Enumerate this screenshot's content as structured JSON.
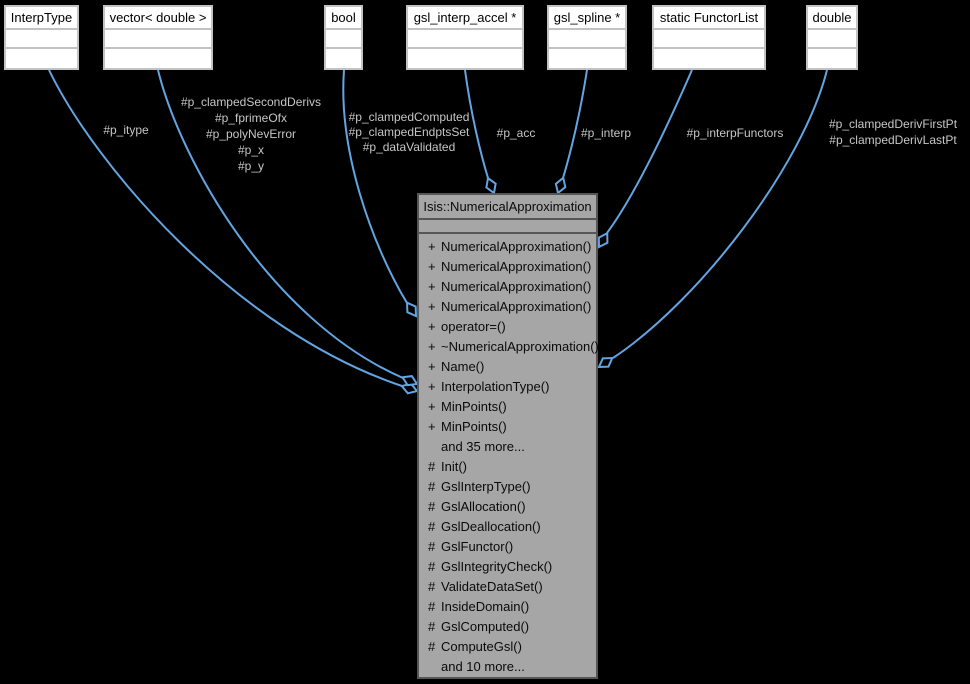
{
  "colors": {
    "background": "#000000",
    "edge_blue": "#63a5e3",
    "edge_label_gray": "#c6c6c6",
    "related_box_fill": "#ffffff",
    "related_box_border": "#c2c2c2",
    "main_box_fill": "#a6a6a6",
    "main_box_border": "#565656"
  },
  "related_classes": [
    {
      "label": "InterpType"
    },
    {
      "label": "vector< double >"
    },
    {
      "label": "bool"
    },
    {
      "label": "gsl_interp_accel *"
    },
    {
      "label": "gsl_spline *"
    },
    {
      "label": "static FunctorList"
    },
    {
      "label": "double"
    }
  ],
  "main_class": {
    "title": "Isis::NumericalApproximation",
    "methods": [
      {
        "m": "+",
        "t": "NumericalApproximation()"
      },
      {
        "m": "+",
        "t": "NumericalApproximation()"
      },
      {
        "m": "+",
        "t": "NumericalApproximation()"
      },
      {
        "m": "+",
        "t": "NumericalApproximation()"
      },
      {
        "m": "+",
        "t": "operator=()"
      },
      {
        "m": "+",
        "t": "~NumericalApproximation()"
      },
      {
        "m": "+",
        "t": "Name()"
      },
      {
        "m": "+",
        "t": "InterpolationType()"
      },
      {
        "m": "+",
        "t": "MinPoints()"
      },
      {
        "m": "+",
        "t": "MinPoints()"
      },
      {
        "m": "",
        "t": "and 35 more..."
      },
      {
        "m": "#",
        "t": "Init()"
      },
      {
        "m": "#",
        "t": "GslInterpType()"
      },
      {
        "m": "#",
        "t": "GslAllocation()"
      },
      {
        "m": "#",
        "t": "GslDeallocation()"
      },
      {
        "m": "#",
        "t": "GslFunctor()"
      },
      {
        "m": "#",
        "t": "GslIntegrityCheck()"
      },
      {
        "m": "#",
        "t": "ValidateDataSet()"
      },
      {
        "m": "#",
        "t": "InsideDomain()"
      },
      {
        "m": "#",
        "t": "GslComputed()"
      },
      {
        "m": "#",
        "t": "ComputeGsl()"
      },
      {
        "m": "",
        "t": "and 10 more..."
      }
    ]
  },
  "edge_labels": [
    {
      "lines": [
        "#p_itype"
      ]
    },
    {
      "lines": [
        "#p_clampedSecondDerivs",
        "#p_fprimeOfx",
        "#p_polyNevError",
        "#p_x",
        "#p_y"
      ]
    },
    {
      "lines": [
        "#p_clampedComputed",
        "#p_clampedEndptsSet",
        "#p_dataValidated"
      ]
    },
    {
      "lines": [
        "#p_acc"
      ]
    },
    {
      "lines": [
        "#p_interp"
      ]
    },
    {
      "lines": [
        "#p_interpFunctors"
      ]
    },
    {
      "lines": [
        "#p_clampedDerivFirstPt",
        "#p_clampedDerivLastPt"
      ]
    }
  ]
}
